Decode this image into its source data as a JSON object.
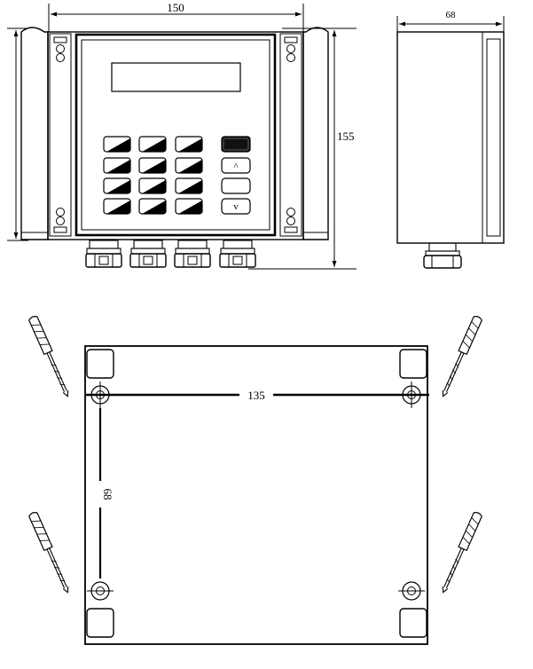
{
  "front_view": {
    "width_dim": "150",
    "height_dim": "155",
    "arrow_keys": {
      "up": "^",
      "down": "v"
    }
  },
  "side_view": {
    "depth_dim": "68"
  },
  "mounting_plate": {
    "hole_spacing_horizontal": "135",
    "hole_spacing_vertical": "68"
  },
  "colors": {
    "line": "#000000",
    "background": "#ffffff"
  }
}
